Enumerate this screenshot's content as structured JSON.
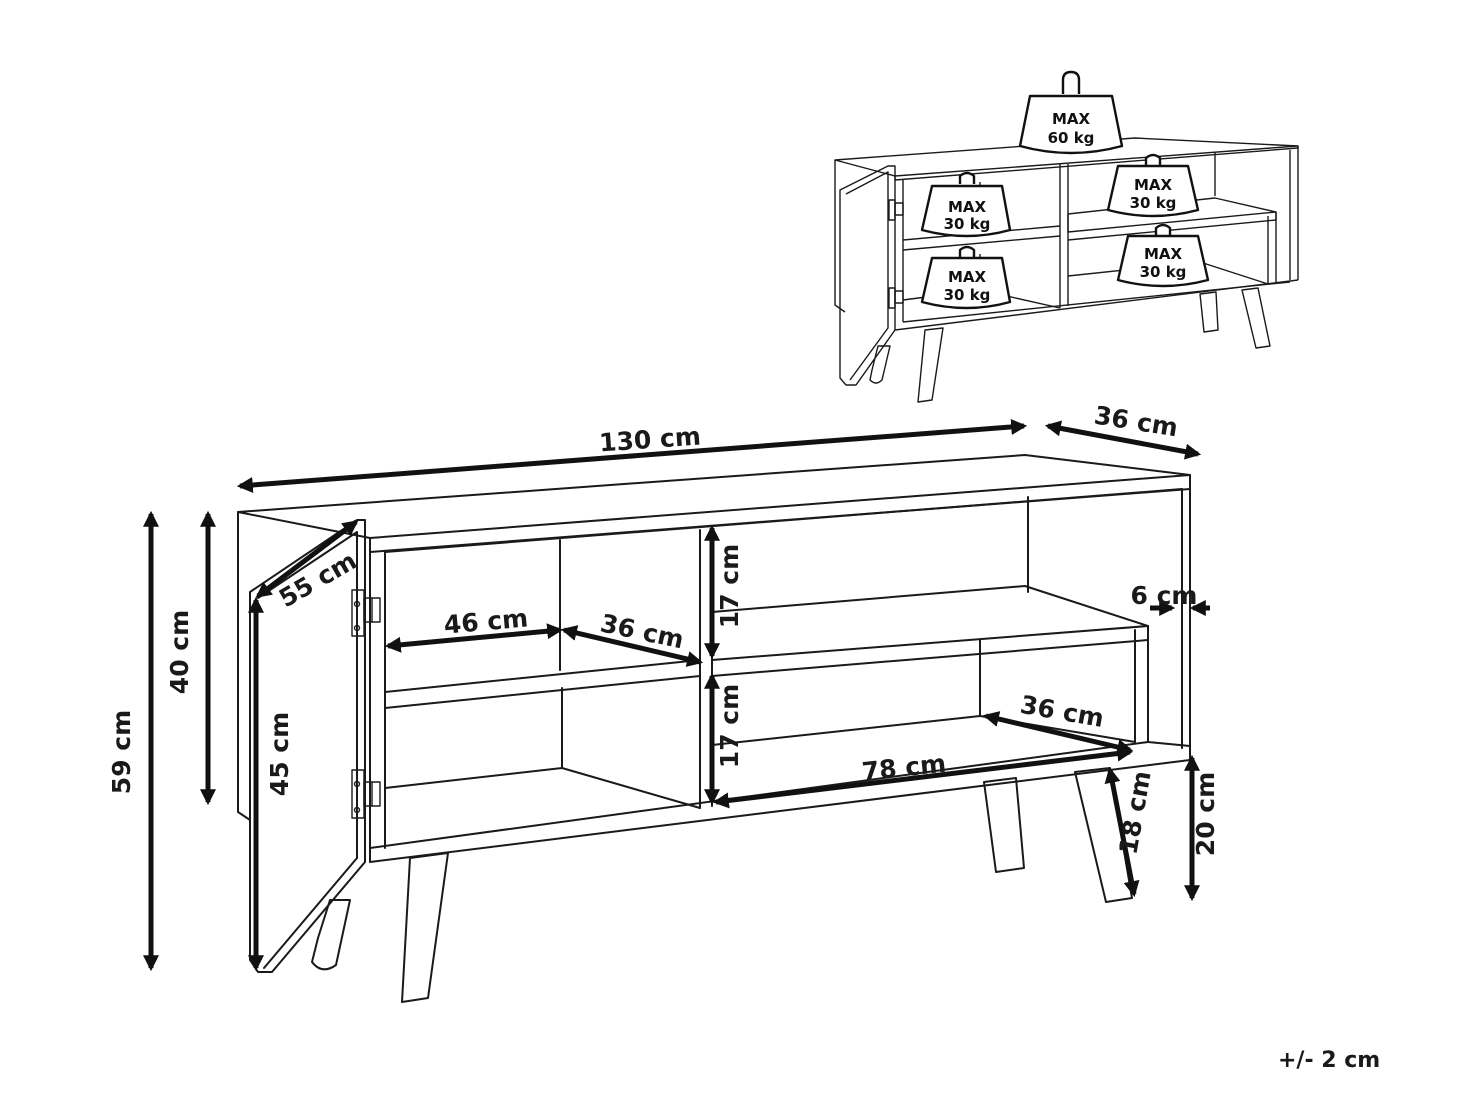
{
  "dimensions": {
    "total_width": "130 cm",
    "depth": "36 cm",
    "total_height": "59 cm",
    "body_height": "40 cm",
    "door_width": "55 cm",
    "door_height": "45 cm",
    "compartment_width": "46 cm",
    "compartment_depth": "36 cm",
    "upper_shelf_height": "17 cm",
    "lower_shelf_height": "17 cm",
    "side_offset": "6 cm",
    "open_shelf_depth": "36 cm",
    "open_shelf_width": "78 cm",
    "leg_length": "18 cm",
    "leg_height": "20 cm"
  },
  "load_limits": {
    "top": {
      "max": "MAX",
      "weight": "60 kg"
    },
    "upper_left": {
      "max": "MAX",
      "weight": "30 kg"
    },
    "upper_right": {
      "max": "MAX",
      "weight": "30 kg"
    },
    "lower_left": {
      "max": "MAX",
      "weight": "30 kg"
    },
    "lower_right": {
      "max": "MAX",
      "weight": "30 kg"
    }
  },
  "tolerance": "+/- 2 cm"
}
